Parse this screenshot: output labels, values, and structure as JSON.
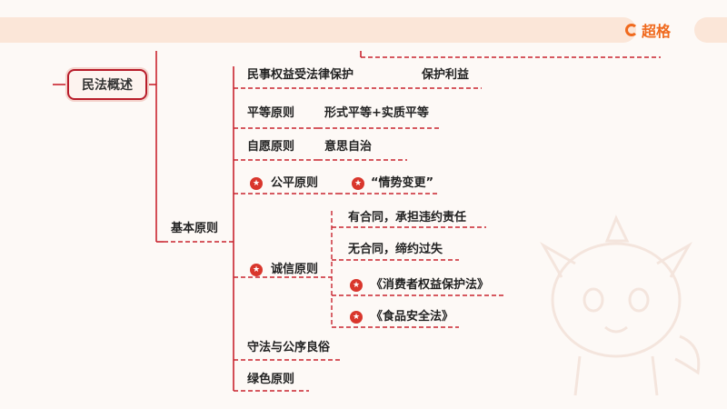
{
  "brand": {
    "name": "超格"
  },
  "root": {
    "label": "民法概述"
  },
  "level1": {
    "basic_principles": "基本原则"
  },
  "nodes": {
    "civil_rights": "民事权益受法律保护",
    "protect_interest": "保护利益",
    "equality": "平等原则",
    "equality_detail": "形式平等+实质平等",
    "voluntary": "自愿原则",
    "voluntary_detail": "意思自治",
    "fairness": "公平原则",
    "fairness_detail": "“情势变更”",
    "good_faith": "诚信原则",
    "gf_contract": "有合同，承担违约责任",
    "gf_no_contract": "无合同，缔约过失",
    "gf_consumer_law": "《消费者权益保护法》",
    "gf_food_law": "《食品安全法》",
    "public_order": "守法与公序良俗",
    "green": "绿色原则"
  },
  "colors": {
    "accent": "#f06a1e",
    "line": "#c9242f",
    "topbar": "#fbe6d8",
    "star": "#d9362c"
  }
}
